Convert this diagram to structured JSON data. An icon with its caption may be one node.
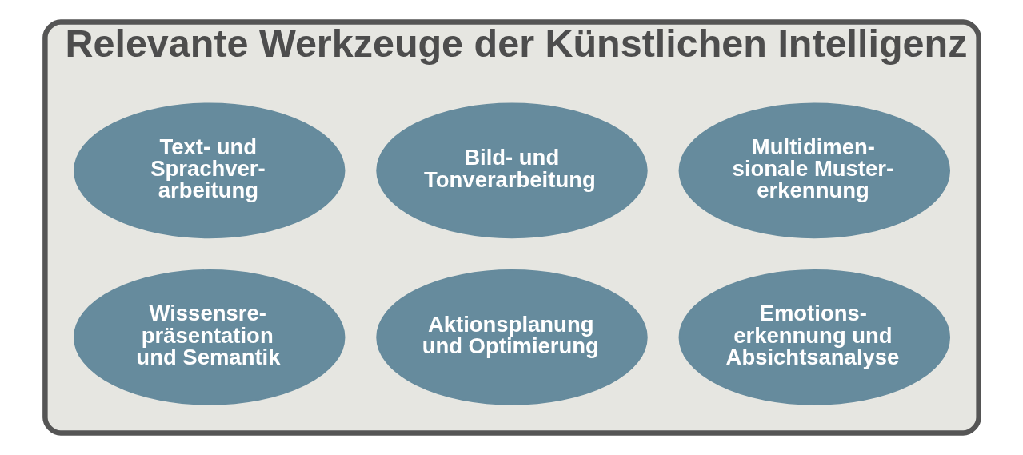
{
  "diagram": {
    "nodes": [
      {
        "text": [
          "Relevante Werkzeuge der Künstlichen Intelligenz"
        ]
      },
      {
        "text": [
          "Text- und Sprachver- arbeitung"
        ],
        "in": 0
      },
      {
        "text": [
          "Bild- und Tonverarbeitung"
        ],
        "in": 0
      },
      {
        "text": [
          "Multidimen- sionale Muster- erkennung"
        ],
        "in": 0
      },
      {
        "text": [
          "Wissensre- präsentation und Semantik"
        ],
        "in": 0
      },
      {
        "text": [
          "Aktionsplanung und Optimierung"
        ],
        "in": 0
      },
      {
        "text": [
          "Emotions- erkennung und Absichtsanalyse"
        ],
        "in": 0
      }
    ]
  }
}
